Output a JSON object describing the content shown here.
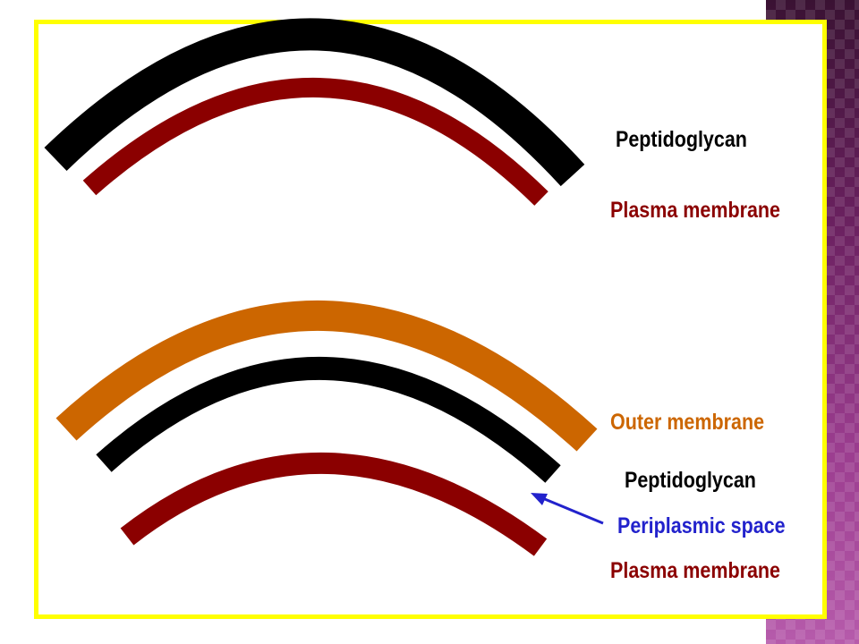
{
  "colors": {
    "peptidoglycan": "#000000",
    "plasma_membrane": "#8b0000",
    "outer_membrane": "#cc6600",
    "periplasmic_space": "#2222cc",
    "frame_border": "#ffff00",
    "side_panel": "#8a2f7f"
  },
  "labels": {
    "top_peptidoglycan": "Peptidoglycan",
    "top_plasma_membrane": "Plasma membrane",
    "outer_membrane": "Outer membrane",
    "bottom_peptidoglycan": "Peptidoglycan",
    "periplasmic_space": "Periplasmic space",
    "bottom_plasma_membrane": "Plasma membrane"
  }
}
